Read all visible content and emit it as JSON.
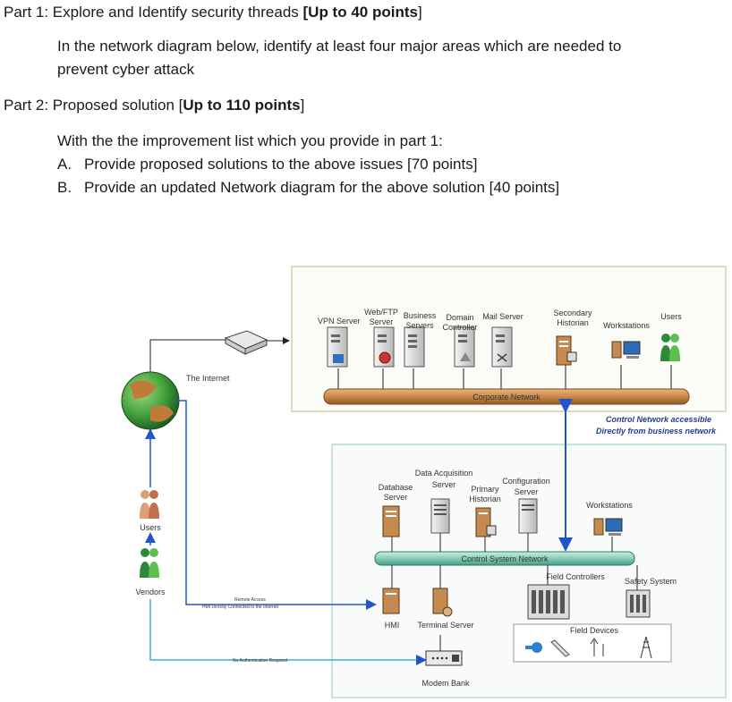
{
  "part1": {
    "prefix": "Part 1: Explore and Identify security threads ",
    "points": "[Up to 40 points",
    "suffix": "]",
    "body_line1": "In the network diagram below, identify at least four major areas which are needed to",
    "body_line2": "prevent cyber attack"
  },
  "part2": {
    "prefix": "Part 2: Proposed solution [",
    "points": "Up to 110 points",
    "suffix": "]",
    "intro": "With the the improvement list which you provide in part 1:",
    "item_a_marker": "A.",
    "item_a": "Provide  proposed solutions to the above issues [70 points]",
    "item_b_marker": "B.",
    "item_b": "Provide an updated Network diagram for the above solution [40 points]"
  },
  "diagram": {
    "internet": "The Internet",
    "users_left": "Users",
    "vendors": "Vendors",
    "remote_access_1": "Remote Access",
    "remote_access_2": "HMI Directly Connected to the Internet",
    "no_auth": "No Authentication Required",
    "corp": {
      "vpn": "VPN Server",
      "web1": "Web/FTP",
      "web2": "Server",
      "biz1": "Business",
      "biz2": "Servers",
      "dom1": "Domain",
      "dom2": "Controller",
      "mail": "Mail Server",
      "sec1": "Secondary",
      "sec2": "Historian",
      "workstations": "Workstations",
      "users": "Users",
      "network": "Corporate Network"
    },
    "access_note_1": "Control Network accessible",
    "access_note_2": "Directly from business network",
    "ctrl": {
      "db1": "Database",
      "db2": "Server",
      "daq1": "Data Acquisition",
      "daq2": "Server",
      "prim1": "Primary",
      "prim2": "Historian",
      "cfg1": "Configuration",
      "cfg2": "Server",
      "workstations": "Workstations",
      "network": "Control System Network",
      "field_controllers": "Field Controllers",
      "safety": "Safety System",
      "hmi": "HMI",
      "terminal": "Terminal Server",
      "field_devices": "Field Devices",
      "modem": "Modem Bank"
    }
  }
}
